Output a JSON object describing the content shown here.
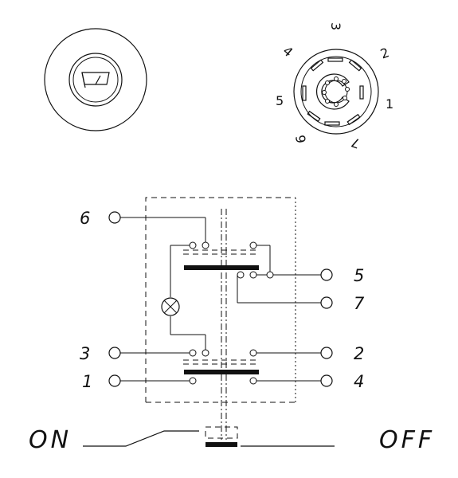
{
  "connector_pins": {
    "p1": "1",
    "p2": "2",
    "p3": "3",
    "p4": "4",
    "p5": "5",
    "p6": "6",
    "p7": "7"
  },
  "terminals": {
    "t1": "1",
    "t2": "2",
    "t3": "3",
    "t4": "4",
    "t5": "5",
    "t6": "6",
    "t7": "7"
  },
  "positions": {
    "on": "ON",
    "off": "OFF"
  },
  "icons": {
    "front_symbol": "wiper-icon",
    "lamp_symbol": "lamp-icon"
  }
}
